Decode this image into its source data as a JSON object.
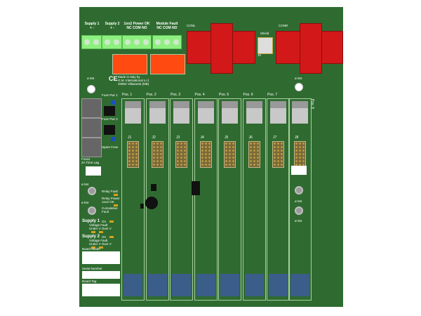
{
  "terminals": [
    {
      "label": "Supply 1",
      "sub": "+   -"
    },
    {
      "label": "Supply 2",
      "sub": "+   -"
    },
    {
      "label": "1oo2 Power OK",
      "sub": "NC COM NO"
    },
    {
      "label": "Module Fault",
      "sub": "NC COM NO"
    }
  ],
  "connectors": {
    "left": "CONL",
    "right": "CONR",
    "shield": "Shield",
    "shield_ref": "J9"
  },
  "maker": {
    "ce": "CE",
    "line1": "Made in Italy by",
    "line2": "G.M. International s.r.l.",
    "line3": "20852 Villasanta (MB)"
  },
  "holes": {
    "label": "ø M4"
  },
  "fuses": {
    "port1": "Fuse Pwr 1",
    "port2": "Fuse Pwr 2",
    "spare": "Spare Fuse",
    "caption1": "Fuses",
    "caption2": "2A Time Lag"
  },
  "positions": [
    {
      "pos": "Pos. 1",
      "j": "J1"
    },
    {
      "pos": "Pos. 2",
      "j": "J2"
    },
    {
      "pos": "Pos. 3",
      "j": "J3"
    },
    {
      "pos": "Pos. 4",
      "j": "J4"
    },
    {
      "pos": "Pos. 5",
      "j": "J5"
    },
    {
      "pos": "Pos. 6",
      "j": "J6"
    },
    {
      "pos": "Pos. 7",
      "j": "J7"
    },
    {
      "pos": "Pos. 8",
      "j": "J8"
    }
  ],
  "leds": {
    "relay_fault": "Relay Fault",
    "relay_power": "Relay Power 1oo2 OK",
    "cumulative": "Cumulative Fault",
    "supply1": "Supply 1",
    "supply2": "Supply 2",
    "on": "On",
    "vfault": "Voltage Fault",
    "under": "Under V  Over V"
  },
  "fields": {
    "model": "Board Model",
    "serial": "Serial Number",
    "tag": "Board Tag"
  }
}
